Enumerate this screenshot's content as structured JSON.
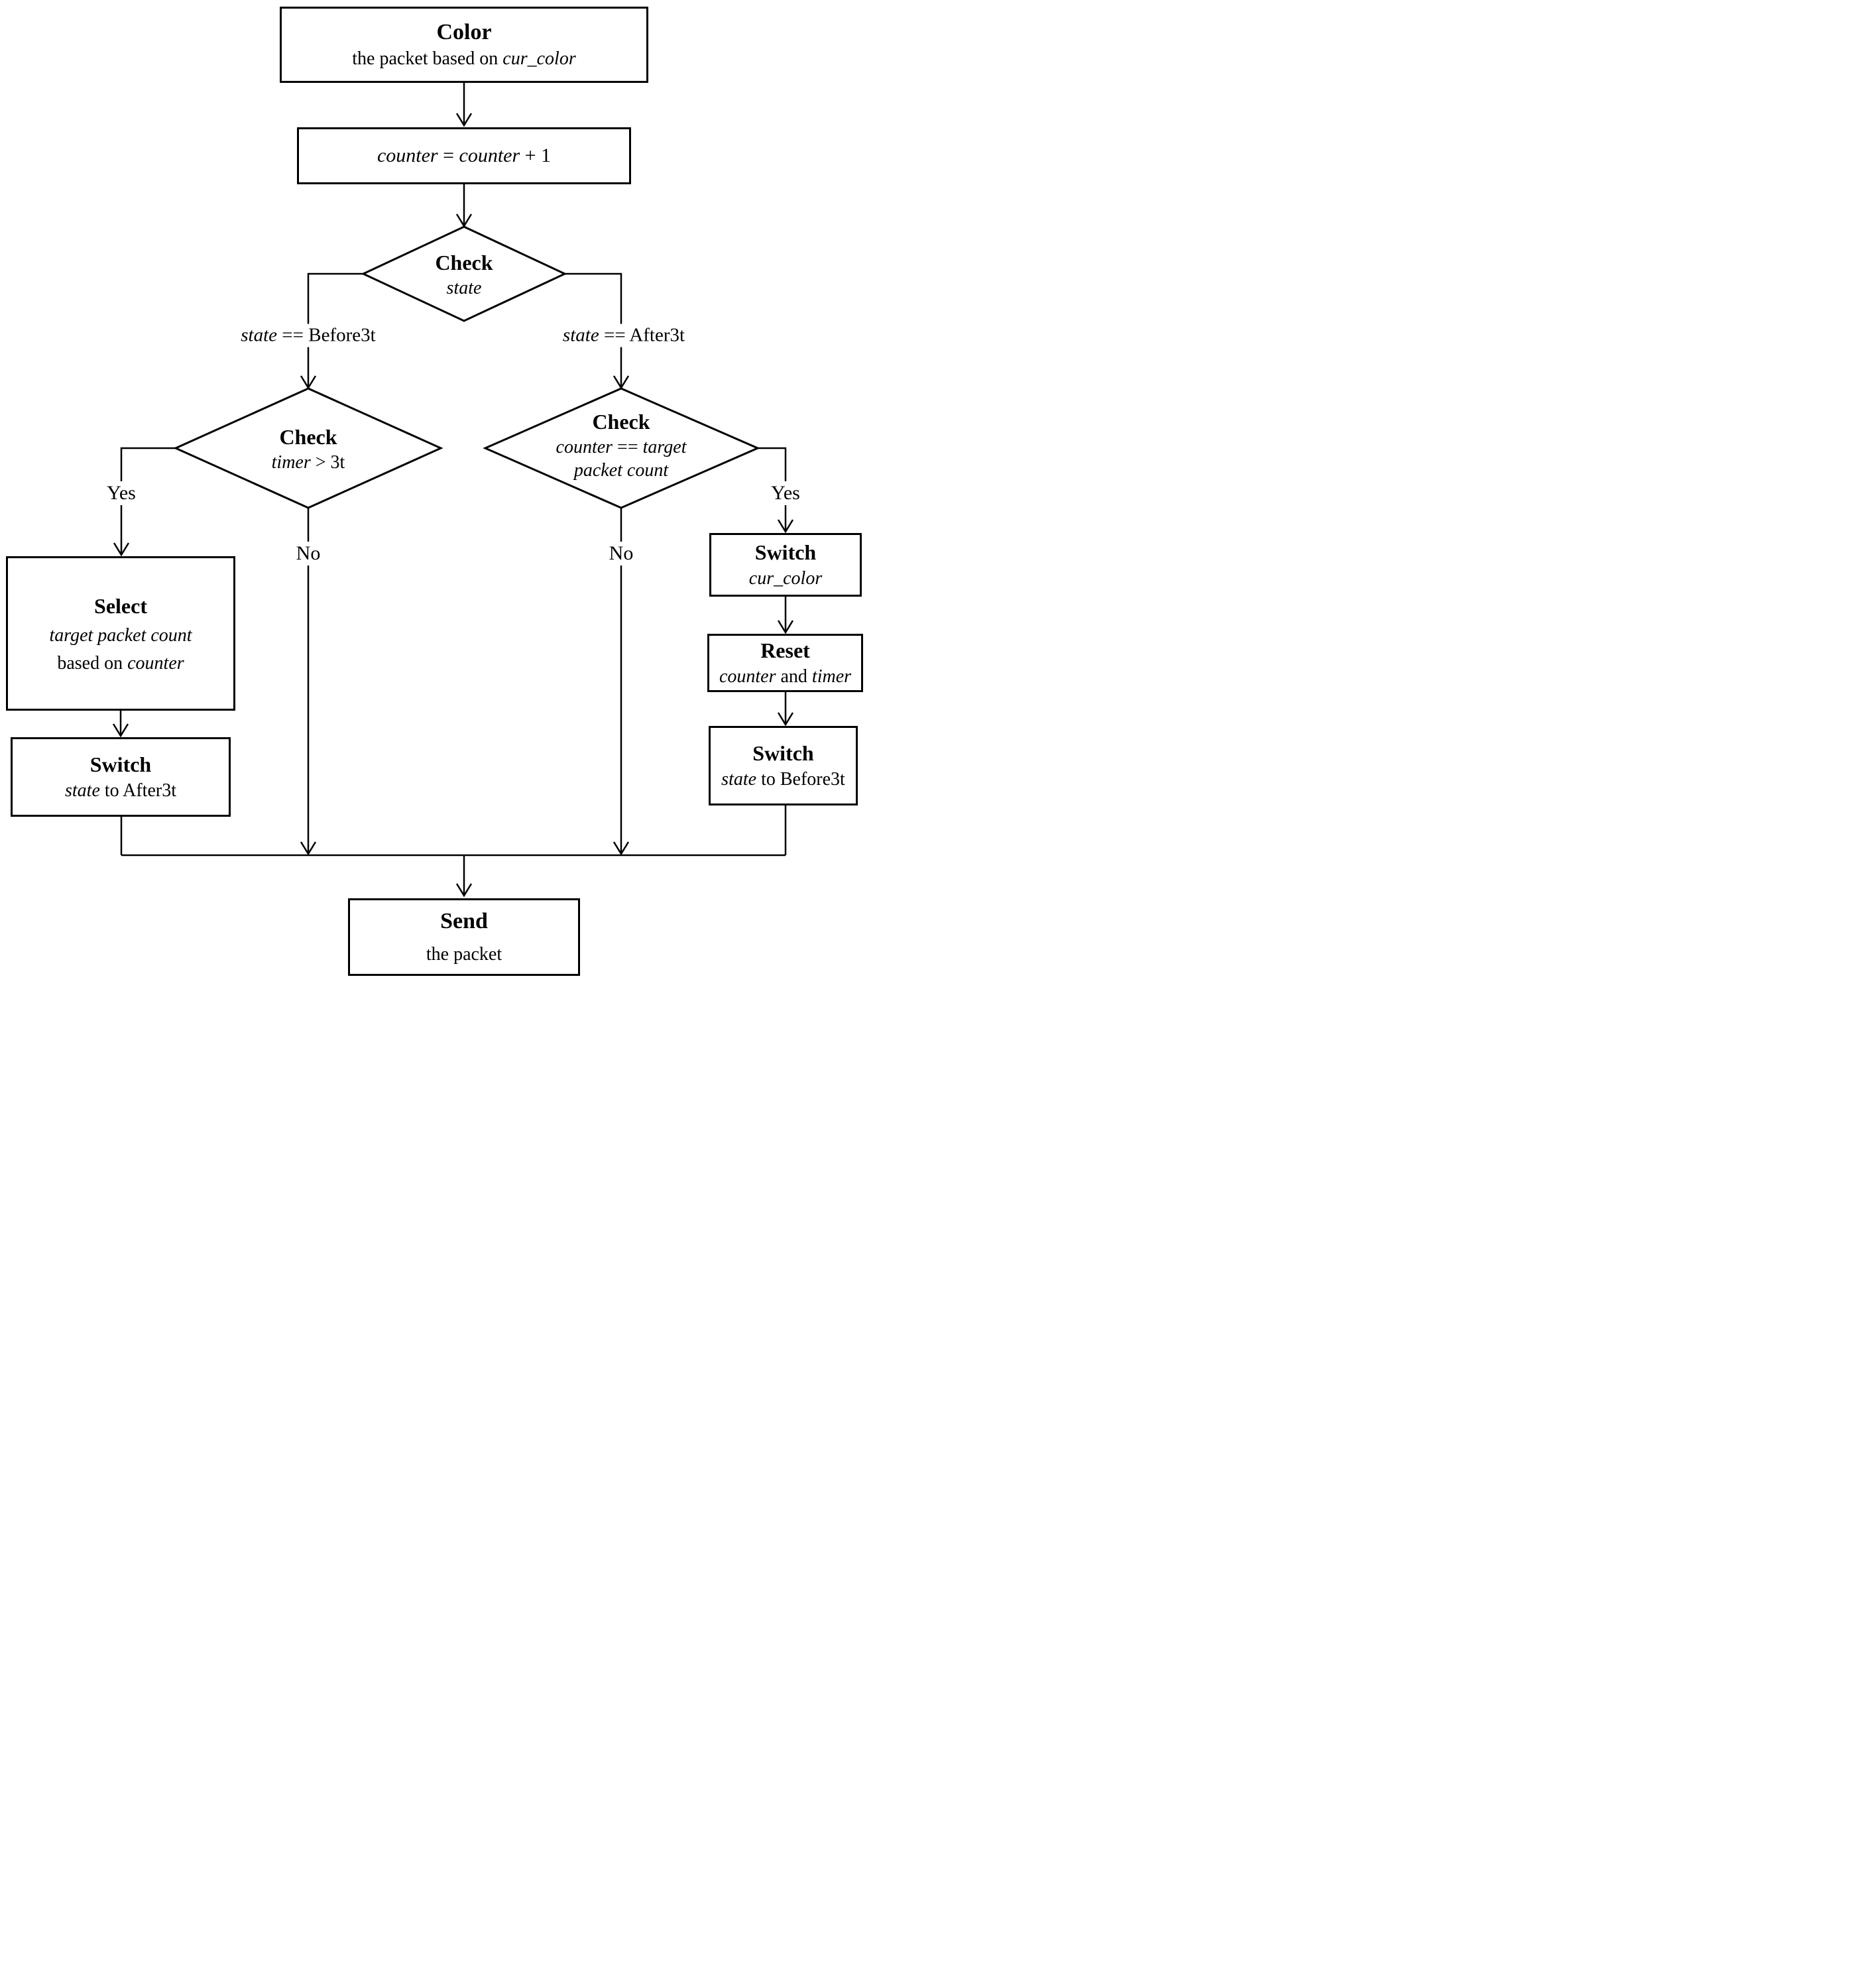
{
  "colors": {
    "canvas_bg": "#ffffff",
    "line": "#000000",
    "text": "#000000",
    "node_fill": "#ffffff"
  },
  "nodes": {
    "color": {
      "title": "Color",
      "lines": [
        [
          {
            "t": "the packet based on "
          },
          {
            "t": "cur_color",
            "i": 1
          }
        ]
      ]
    },
    "counter_increment": {
      "lines": [
        [
          {
            "t": "counter",
            "i": 1
          },
          {
            "t": " = "
          },
          {
            "t": "counter",
            "i": 1
          },
          {
            "t": " + 1"
          }
        ]
      ]
    },
    "check_state": {
      "title": "Check",
      "lines": [
        [
          {
            "t": "state",
            "i": 1
          }
        ]
      ]
    },
    "check_timer": {
      "title": "Check",
      "lines": [
        [
          {
            "t": "timer",
            "i": 1
          },
          {
            "t": " > 3t"
          }
        ]
      ]
    },
    "check_counter": {
      "title": "Check",
      "lines": [
        [
          {
            "t": "counter",
            "i": 1
          },
          {
            "t": " == "
          },
          {
            "t": "target",
            "i": 1
          }
        ],
        [
          {
            "t": "packet count",
            "i": 1
          }
        ]
      ]
    },
    "select_target": {
      "title": "Select",
      "lines": [
        [
          {
            "t": "target packet count",
            "i": 1
          }
        ],
        [
          {
            "t": "based on "
          },
          {
            "t": "counter",
            "i": 1
          }
        ]
      ]
    },
    "switch_state_after": {
      "title": "Switch",
      "lines": [
        [
          {
            "t": "state",
            "i": 1
          },
          {
            "t": " to After3t"
          }
        ]
      ]
    },
    "switch_color": {
      "title": "Switch",
      "lines": [
        [
          {
            "t": "cur_color",
            "i": 1
          }
        ]
      ]
    },
    "reset_counters": {
      "title": "Reset",
      "lines": [
        [
          {
            "t": "counter",
            "i": 1
          },
          {
            "t": " and "
          },
          {
            "t": "timer",
            "i": 1
          }
        ]
      ]
    },
    "switch_state_before": {
      "title": "Switch",
      "lines": [
        [
          {
            "t": "state",
            "i": 1
          },
          {
            "t": " to Before3t"
          }
        ]
      ]
    },
    "send": {
      "title": "Send",
      "lines": [
        [
          {
            "t": "the packet"
          }
        ]
      ]
    }
  },
  "labels": {
    "state_before3t": [
      {
        "t": "state",
        "i": 1
      },
      {
        "t": " == Before3t"
      }
    ],
    "state_after3t": [
      {
        "t": "state",
        "i": 1
      },
      {
        "t": " == After3t"
      }
    ],
    "yes_left": [
      {
        "t": "Yes"
      }
    ],
    "no_left": [
      {
        "t": "No"
      }
    ],
    "yes_right": [
      {
        "t": "Yes"
      }
    ],
    "no_right": [
      {
        "t": "No"
      }
    ]
  }
}
